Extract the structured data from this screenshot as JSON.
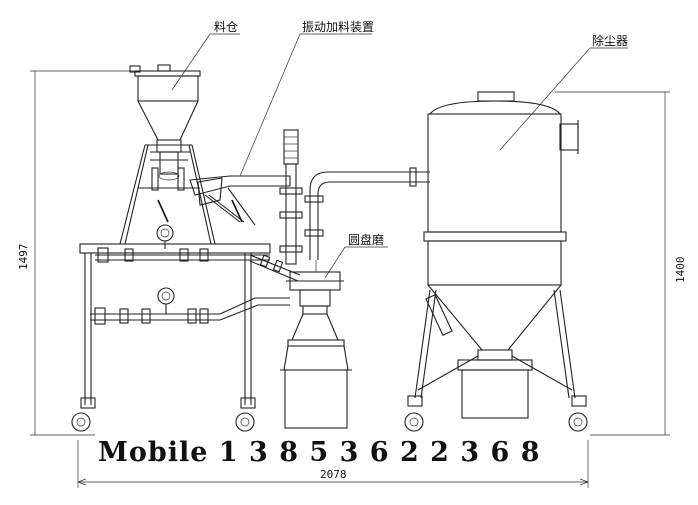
{
  "labels": {
    "hopper": "料仓",
    "vibrating_feeder": "振动加料装置",
    "dust_collector": "除尘器",
    "disc_mill": "圆盘磨"
  },
  "dimensions": {
    "total_height": "1497",
    "collector_height": "1400",
    "total_width": "2078"
  },
  "watermark": "Mobile 1 3 8 5 3 6 2 2 3 6 8",
  "colors": {
    "line": "#222222",
    "background": "#ffffff"
  }
}
